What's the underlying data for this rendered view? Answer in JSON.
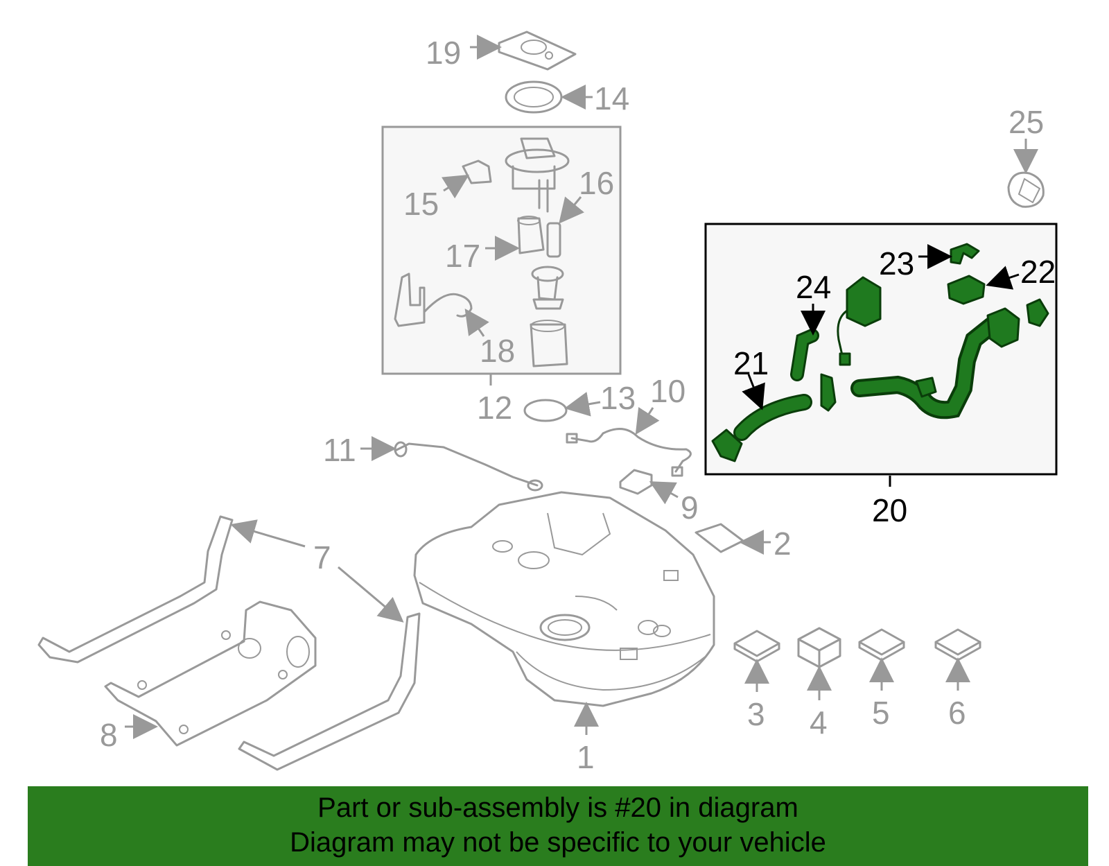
{
  "colors": {
    "highlight_green": "#1f7a1f",
    "banner_green": "#2a7d1e",
    "part_gray": "#999999",
    "label_black": "#000000"
  },
  "callouts": {
    "c1": "1",
    "c2": "2",
    "c3": "3",
    "c4": "4",
    "c5": "5",
    "c6": "6",
    "c7": "7",
    "c8": "8",
    "c9": "9",
    "c10": "10",
    "c11": "11",
    "c12": "12",
    "c13": "13",
    "c14": "14",
    "c15": "15",
    "c16": "16",
    "c17": "17",
    "c18": "18",
    "c19": "19",
    "c20": "20",
    "c21": "21",
    "c22": "22",
    "c23": "23",
    "c24": "24",
    "c25": "25"
  },
  "highlighted_part": "20",
  "footer": {
    "line1": "Part or sub-assembly is #20 in diagram",
    "line2": "Diagram may not be specific to your vehicle"
  }
}
